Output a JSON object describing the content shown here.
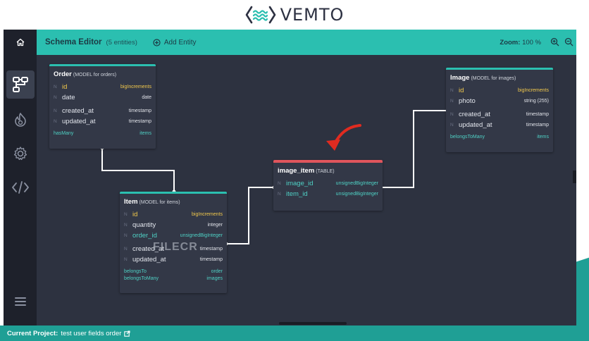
{
  "brand": {
    "name": "VEMTO"
  },
  "colors": {
    "accent": "#2bbfb0",
    "table_accent": "#e0555c",
    "background": "#2d3240",
    "sidebar": "#1e212b",
    "relation_arrow": "#e02b20"
  },
  "sidebar": {
    "items": [
      {
        "icon": "home-icon"
      },
      {
        "icon": "schema-icon",
        "active": true
      },
      {
        "icon": "fire-icon"
      },
      {
        "icon": "gear-icon"
      },
      {
        "icon": "code-icon"
      },
      {
        "icon": "menu-icon"
      }
    ]
  },
  "toolbar": {
    "title": "Schema Editor",
    "entity_count": "(5 entities)",
    "add_entity": "Add Entity",
    "zoom_label": "Zoom:",
    "zoom_value": "100 %"
  },
  "entities": {
    "order": {
      "name": "Order",
      "subtitle": "(MODEL for orders)",
      "fields": [
        {
          "n": "N",
          "name": "id",
          "type": "bigIncrements"
        },
        {
          "n": "N",
          "name": "date",
          "type": "date"
        },
        {
          "n": "N",
          "name": "created_at",
          "type": "timestamp"
        },
        {
          "n": "N",
          "name": "updated_at",
          "type": "timestamp"
        }
      ],
      "relations": [
        {
          "kind": "hasMany",
          "target": "items"
        }
      ]
    },
    "item": {
      "name": "Item",
      "subtitle": "(MODEL for items)",
      "fields": [
        {
          "n": "N",
          "name": "id",
          "type": "bigIncrements"
        },
        {
          "n": "N",
          "name": "quantity",
          "type": "integer"
        },
        {
          "n": "N",
          "name": "order_id",
          "type": "unsignedBigInteger"
        },
        {
          "n": "N",
          "name": "created_at",
          "type": "timestamp"
        },
        {
          "n": "N",
          "name": "updated_at",
          "type": "timestamp"
        }
      ],
      "relations": [
        {
          "kind": "belongsTo",
          "target": "order"
        },
        {
          "kind": "belongsToMany",
          "target": "images"
        }
      ]
    },
    "image_item": {
      "name": "image_item",
      "subtitle": "(TABLE)",
      "fields": [
        {
          "n": "N",
          "name": "image_id",
          "type": "unsignedBigInteger"
        },
        {
          "n": "N",
          "name": "item_id",
          "type": "unsignedBigInteger"
        }
      ]
    },
    "image": {
      "name": "Image",
      "subtitle": "(MODEL for images)",
      "fields": [
        {
          "n": "N",
          "name": "id",
          "type": "bigIncrements"
        },
        {
          "n": "N",
          "name": "photo",
          "type": "string (255)"
        },
        {
          "n": "N",
          "name": "created_at",
          "type": "timestamp"
        },
        {
          "n": "N",
          "name": "updated_at",
          "type": "timestamp"
        }
      ],
      "relations": [
        {
          "kind": "belongsToMany",
          "target": "items"
        }
      ]
    }
  },
  "watermark": "FILECR",
  "footer": {
    "label": "Current Project:",
    "project": "test user fields order"
  }
}
